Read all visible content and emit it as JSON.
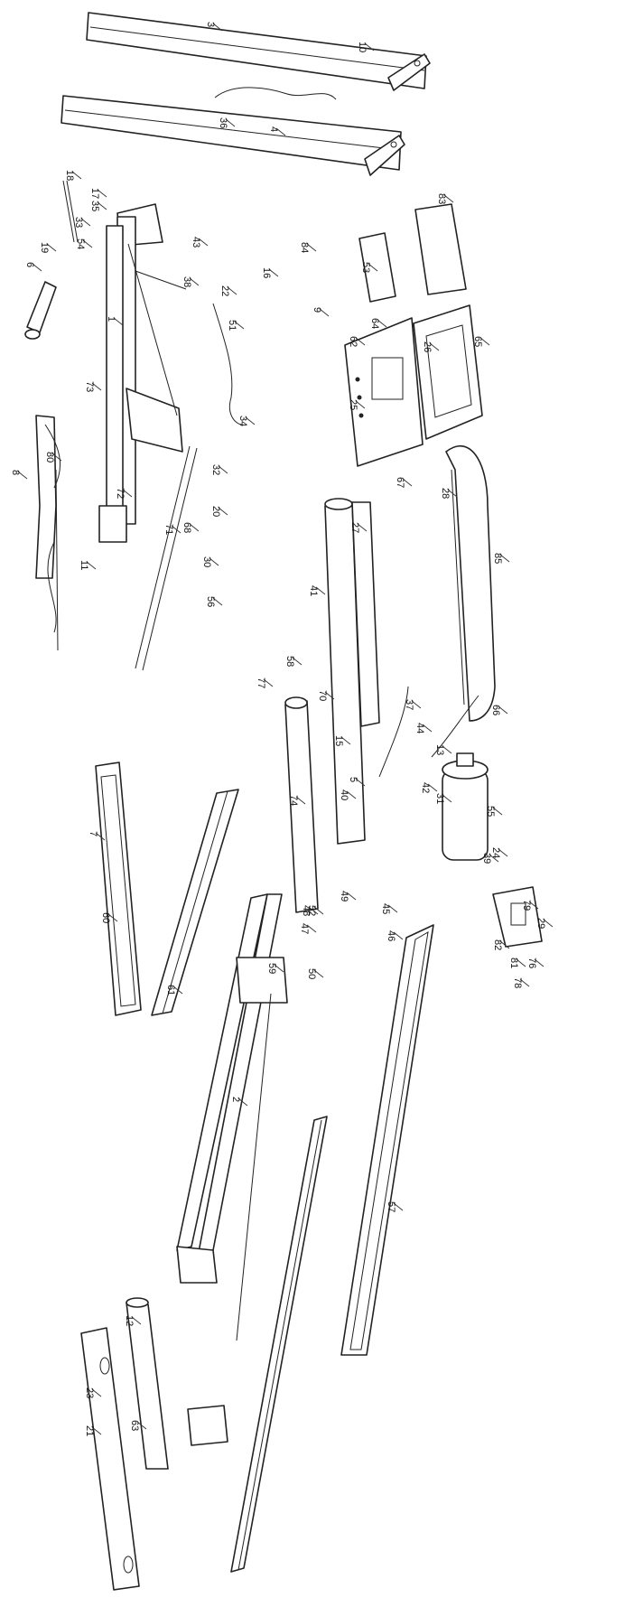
{
  "diagram": {
    "part_labels": [
      "1",
      "2",
      "3",
      "4",
      "5",
      "6",
      "7",
      "8",
      "9",
      "10",
      "11",
      "12",
      "13",
      "15",
      "16",
      "17",
      "18",
      "19",
      "20",
      "21",
      "22",
      "23",
      "24",
      "25",
      "26",
      "27",
      "28",
      "29",
      "30",
      "31",
      "32",
      "33",
      "34",
      "35",
      "36",
      "37",
      "38",
      "39",
      "40",
      "41",
      "42",
      "43",
      "44",
      "45",
      "46",
      "47",
      "48",
      "49",
      "50",
      "51",
      "52",
      "53",
      "54",
      "55",
      "56",
      "57",
      "58",
      "59",
      "60",
      "61",
      "62",
      "63",
      "64",
      "65",
      "66",
      "67",
      "68",
      "70",
      "71",
      "72",
      "73",
      "74",
      "76",
      "77",
      "78",
      "79",
      "80",
      "81",
      "82",
      "83",
      "84",
      "85"
    ]
  }
}
